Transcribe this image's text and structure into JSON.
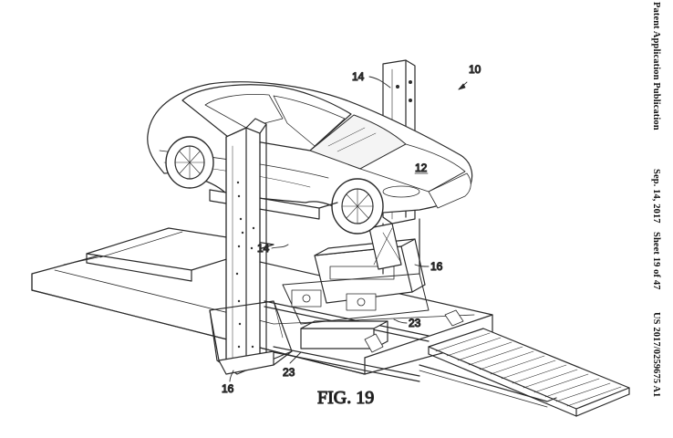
{
  "header": {
    "publication": "Patent Application Publication",
    "date": "Sep. 14, 2017",
    "sheet": "Sheet 19 of 47",
    "number": "US 2017/0259675 A1"
  },
  "figure": {
    "caption": "FIG. 19",
    "ref_system": "10",
    "ref_vehicle": "12",
    "ref_tower_rear": "14",
    "ref_tower_front": "14",
    "ref_cradle_right": "16",
    "ref_base_left": "16",
    "ref_rail_a": "23",
    "ref_rail_b": "23"
  }
}
